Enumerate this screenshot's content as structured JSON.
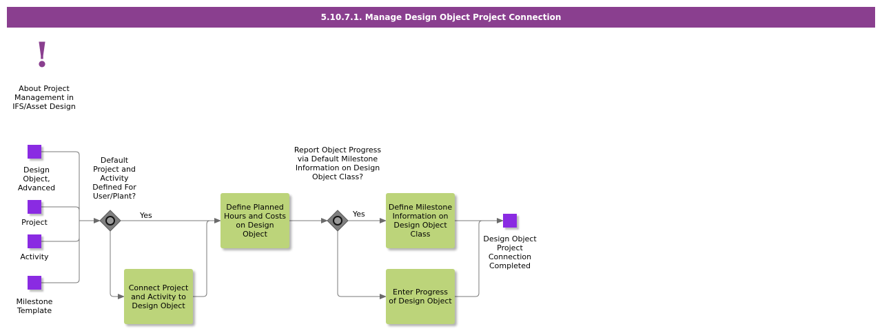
{
  "header": {
    "title": "5.10.7.1. Manage Design Object Project Connection"
  },
  "about": {
    "label": "About Project Management in IFS/Asset Design"
  },
  "inputs": {
    "design_object": "Design Object, Advanced",
    "project": "Project",
    "activity": "Activity",
    "milestone": "Milestone Template"
  },
  "gateways": {
    "g1_question": "Default Project and Activity Defined For User/Plant?",
    "g1_yes": "Yes",
    "g2_question": "Report Object Progress via Default Milestone Information on Design Object Class?",
    "g2_yes": "Yes"
  },
  "tasks": {
    "connect": "Connect Project and Activity to Design Object",
    "define_hours": "Define Planned Hours and Costs on Design Object",
    "define_milestone": "Define Milestone Information on Design Object Class",
    "enter_progress": "Enter Progress of Design Object"
  },
  "end": {
    "label": "Design Object Project Connection Completed"
  },
  "colors": {
    "title_bar": "#8a3f8f",
    "event": "#8a2be2",
    "task": "#bcd47a",
    "gateway": "#808080"
  }
}
